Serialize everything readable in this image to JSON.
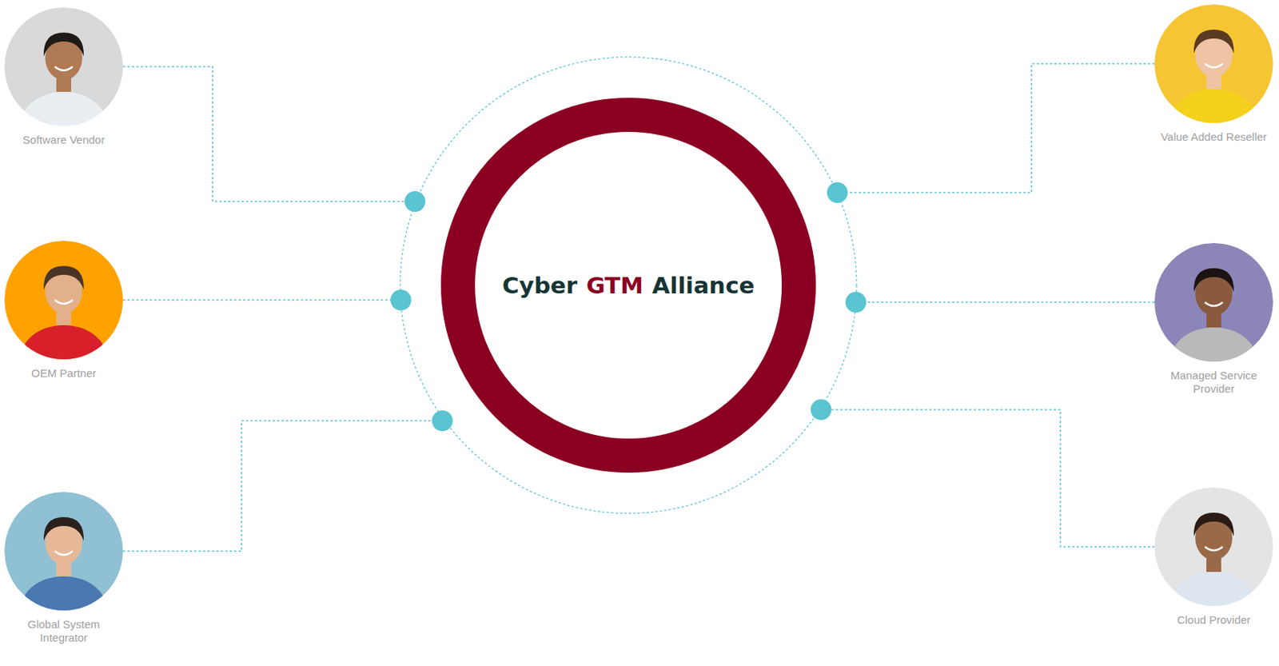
{
  "diagram": {
    "nodes": [
      {
        "text": [
          "Cyber",
          "GTM",
          "Alliance"
        ]
      },
      {
        "text": [
          "Software Vendor"
        ]
      },
      {
        "text": [
          "OEM Partner"
        ]
      },
      {
        "text": [
          "Global System Integrator"
        ]
      },
      {
        "text": [
          "Value Added Reseller"
        ]
      },
      {
        "text": [
          "Managed Service Provider"
        ]
      },
      {
        "text": [
          "Cloud Provider"
        ]
      }
    ],
    "edges": [
      {
        "from": 1,
        "to": 0,
        "arrow": "none"
      },
      {
        "from": 2,
        "to": 0,
        "arrow": "none"
      },
      {
        "from": 3,
        "to": 0,
        "arrow": "none"
      },
      {
        "from": 4,
        "to": 0,
        "arrow": "none"
      },
      {
        "from": 5,
        "to": 0,
        "arrow": "none"
      },
      {
        "from": 6,
        "to": 0,
        "arrow": "none"
      }
    ]
  }
}
